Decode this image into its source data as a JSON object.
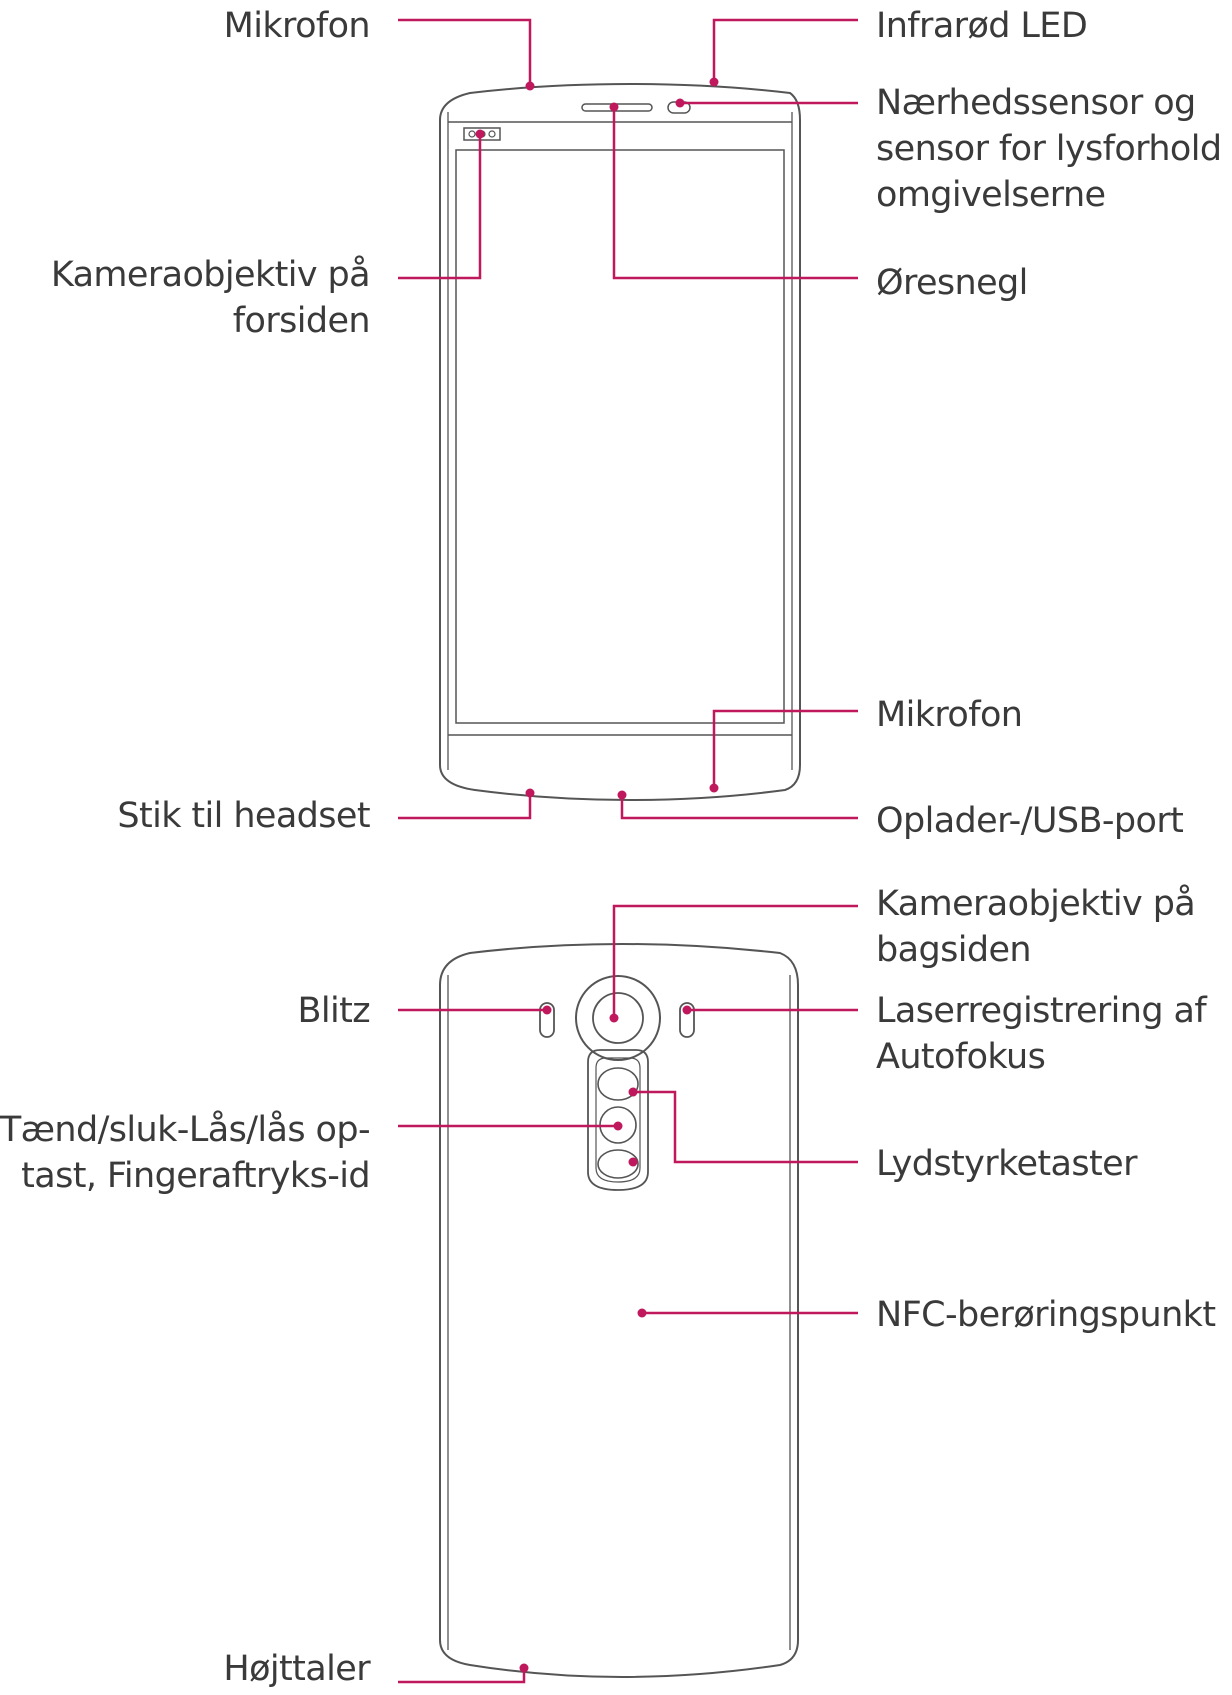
{
  "accent_color": "#c0185c",
  "outline_color": "#555555",
  "front_labels": {
    "top_microphone": "Mikrofon",
    "infrared_led": "Infrarød LED",
    "proximity_sensor": [
      "Nærhedssensor og",
      "sensor for lysforhold i",
      "omgivelserne"
    ],
    "front_camera": [
      "Kameraobjektiv på",
      "forsiden"
    ],
    "earpiece": "Øresnegl",
    "bottom_microphone": "Mikrofon",
    "headset_jack": "Stik til headset",
    "charger_port": "Oplader-/USB-port"
  },
  "back_labels": {
    "rear_camera": [
      "Kameraobjektiv på",
      "bagsiden"
    ],
    "flash": "Blitz",
    "laser_af": [
      "Laserregistrering af",
      "Autofokus"
    ],
    "power_key": [
      "Tænd/sluk-Lås/lås op-",
      "tast, Fingeraftryks-id"
    ],
    "volume_keys": "Lydstyrketaster",
    "nfc": "NFC-berøringspunkt",
    "speaker": "Højttaler"
  }
}
